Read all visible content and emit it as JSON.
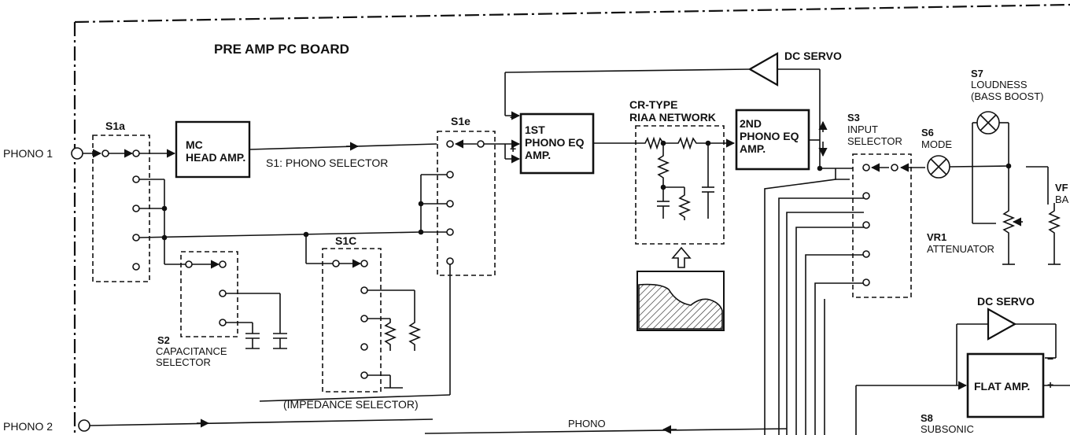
{
  "board_title": "PRE AMP PC BOARD",
  "inputs": {
    "phono1": "PHONO 1",
    "phono2": "PHONO 2"
  },
  "switches": {
    "s1a": "S1a",
    "s1e": "S1e",
    "s1c": "S1C",
    "s2": [
      "S2",
      "CAPACITANCE",
      "SELECTOR"
    ],
    "s3": [
      "S3",
      "INPUT",
      "SELECTOR"
    ],
    "s6": [
      "S6",
      "MODE"
    ],
    "s7": [
      "S7",
      "LOUDNESS",
      "(BASS BOOST)"
    ],
    "s8": [
      "S8",
      "SUBSONIC"
    ],
    "impedance": "(IMPEDANCE SELECTOR)"
  },
  "blocks": {
    "mc_head_amp": [
      "MC",
      "HEAD AMP."
    ],
    "phono_eq1": [
      "1ST",
      "PHONO EQ",
      "AMP."
    ],
    "phono_eq2": [
      "2ND",
      "PHONO EQ",
      "AMP."
    ],
    "flat_amp": "FLAT AMP.",
    "dc_servo_top": "DC SERVO",
    "dc_servo_bottom": "DC SERVO"
  },
  "labels": {
    "phono_selector": "S1: PHONO SELECTOR",
    "riaa": [
      "CR-TYPE",
      "RIAA NETWORK"
    ],
    "vr1": [
      "VR1",
      "ATTENUATOR"
    ],
    "phono_bottom": "PHONO",
    "vr_partial": [
      "VF",
      "BA"
    ],
    "minus": "−",
    "plus": "+"
  }
}
